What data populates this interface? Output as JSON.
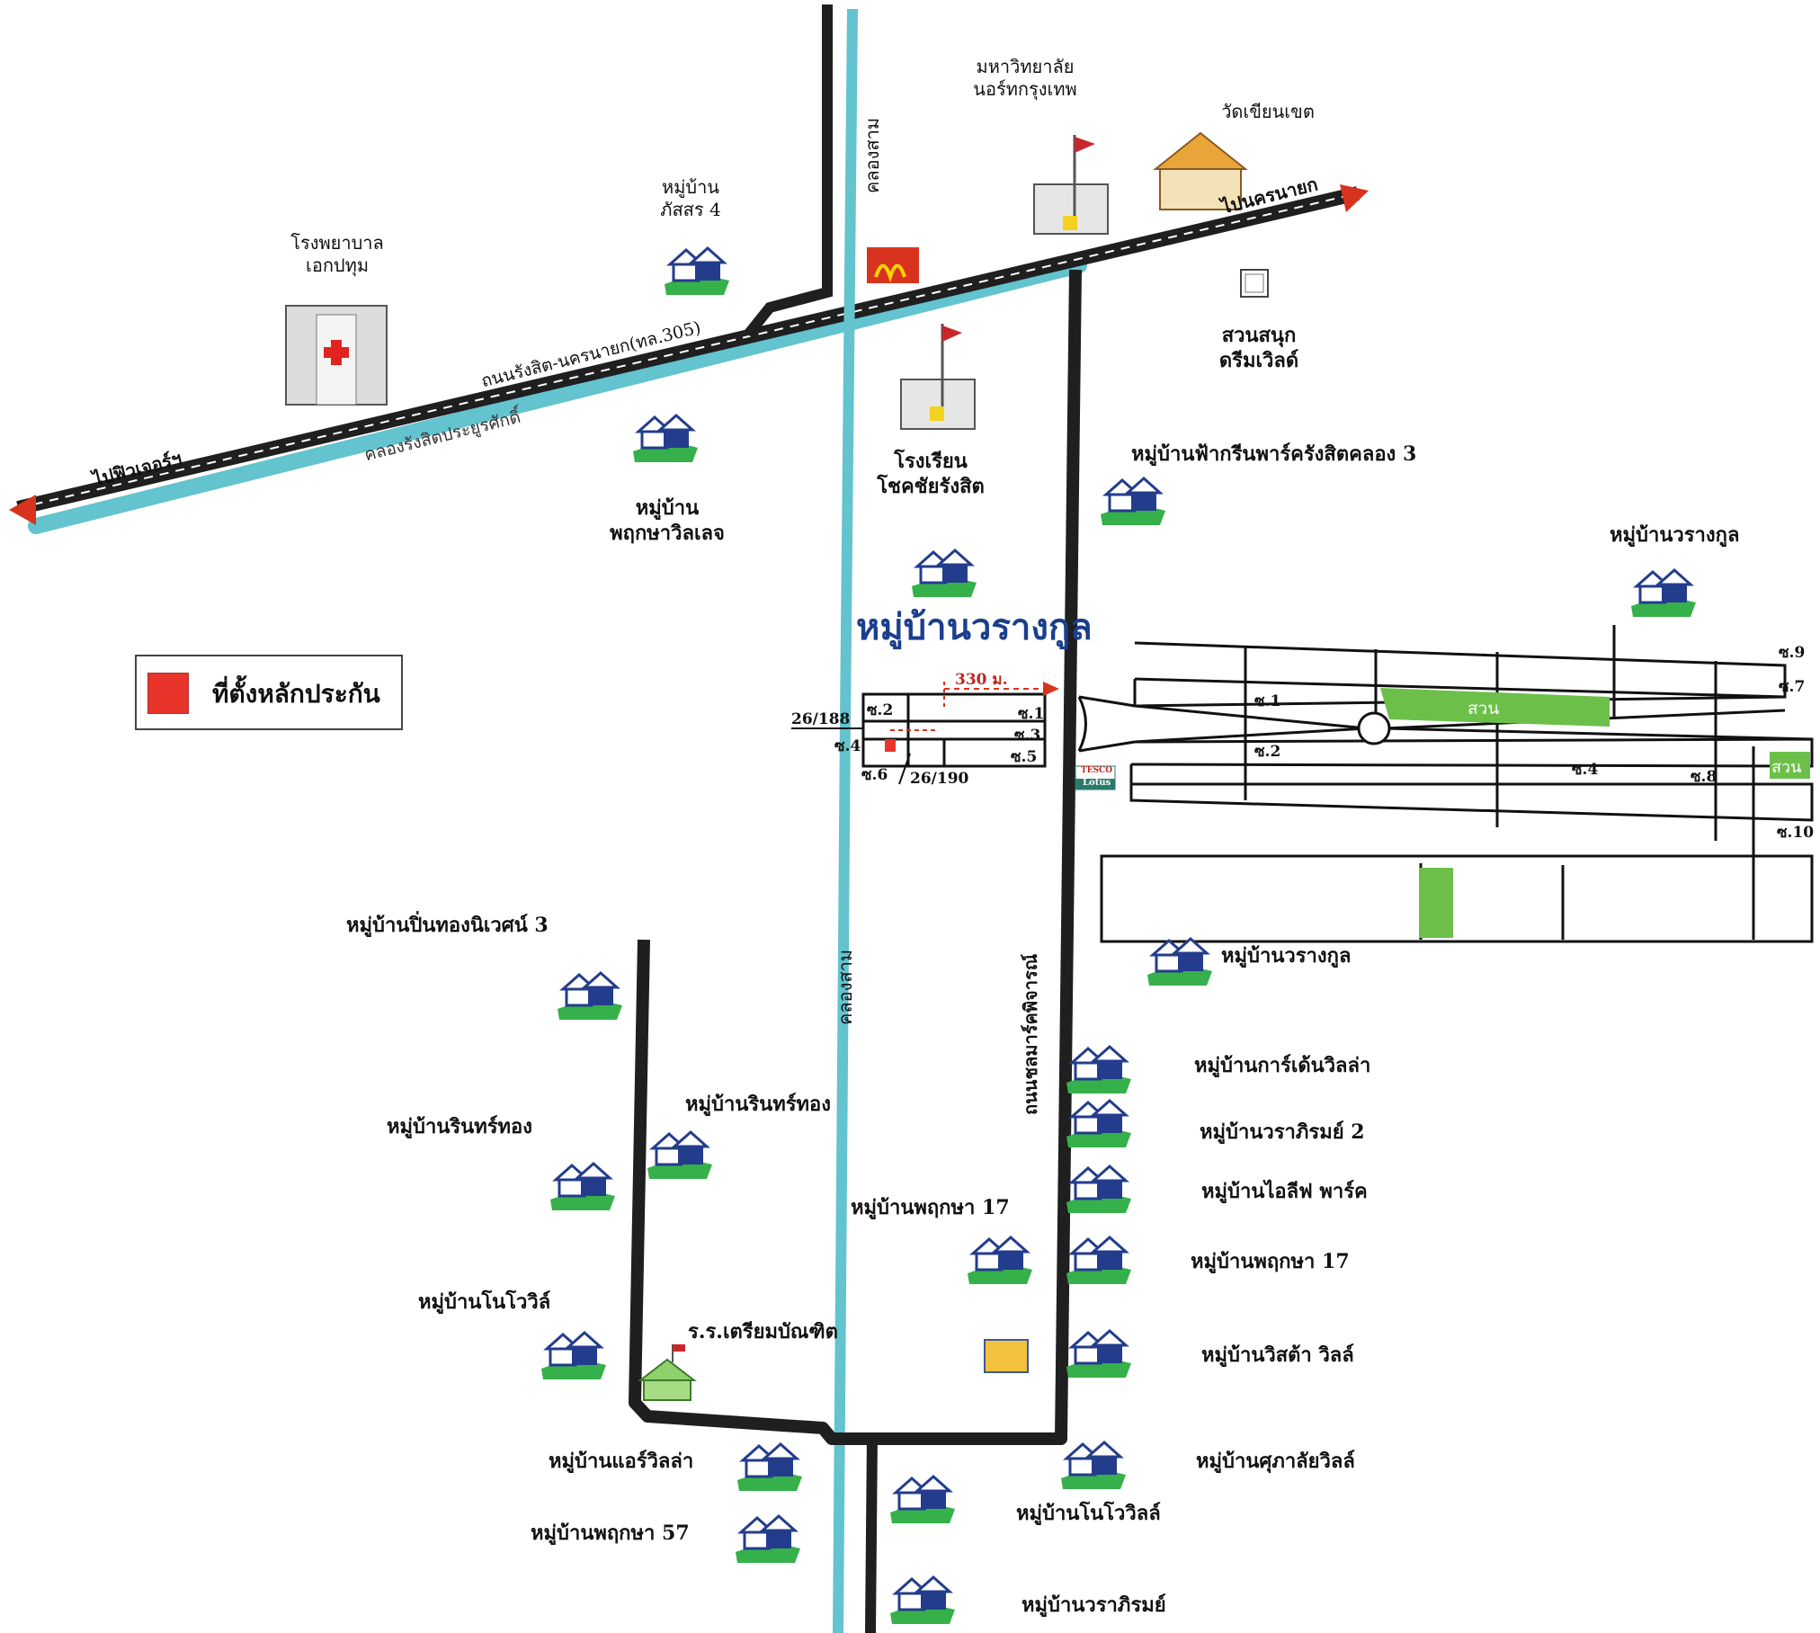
{
  "title": "หมู่บ้านวรางกูล",
  "legend": {
    "label": "ที่ตั้งหลักประกัน",
    "color": "#e8342a"
  },
  "colors": {
    "canal": "#63c3cf",
    "road": "#1f1f1f",
    "park": "#6cc04a",
    "arrow": "#d7331f",
    "title": "#1b3f8c"
  },
  "roads": {
    "main_road": "ถนนรังสิต-นครนายก(ทล.305)",
    "canal_main": "คลองรังสิตประยูรศักดิ์",
    "to_future": "ไปฟิวเจอร์ฯ",
    "to_nakhon": "ไปนครนายก",
    "canal_3_top": "คลองสาม",
    "canal_3_bottom": "คลองสาม",
    "road_side": "ถนนชลมาร์คพิจารณ์"
  },
  "landmarks": {
    "hospital": "โรงพยาบาล\nเอกปทุม",
    "university": "มหาวิทยาลัย\nนอร์ทกรุงเทพ",
    "temple": "วัดเขียนเขต",
    "amusement_park": "สวนสนุก\nดรีมเวิลด์",
    "school": "โรงเรียน\nโชคชัยรังสิต",
    "school2": "ร.ร.เตรียมบัณฑิต"
  },
  "villages": {
    "passorn4": "หมู่บ้าน\nภัสสร 4",
    "pruksa_ville": "หมู่บ้าน\nพฤกษาวิลเลจ",
    "fah_green": "หมู่บ้านฟ้ากรีนพาร์ครังสิตคลอง 3",
    "warangkool_right": "หมู่บ้านวรางกูล",
    "warangkool_lower": "หมู่บ้านวรางกูล",
    "pintong3": "หมู่บ้านปิ่นทองนิเวศน์ 3",
    "rintong_left": "หมู่บ้านรินทร์ทอง",
    "rintong_mid": "หมู่บ้านรินทร์ทอง",
    "noville_left": "หมู่บ้านโนโววิล์",
    "air_villa": "หมู่บ้านแอร์วิลล่า",
    "pruksa57": "หมู่บ้านพฤกษา 57",
    "pruksa17_mid": "หมู่บ้านพฤกษา 17",
    "garden_villa": "หมู่บ้านการ์เด้นวิลล่า",
    "waraphirom2": "หมู่บ้านวราภิรมย์ 2",
    "ilife": "หมู่บ้านไอลีฟ พาร์ค",
    "pruksa17_right": "หมู่บ้านพฤกษา 17",
    "vista": "หมู่บ้านวิสต้า วิลล์",
    "supalai": "หมู่บ้านศุภาลัยวิลล์",
    "noville_bottom": "หมู่บ้านโนโววิลล์",
    "waraphirom": "หมู่บ้านวราภิรมย์"
  },
  "plan": {
    "distance": "330 ม.",
    "lot_a": "26/188",
    "lot_b": "26/190",
    "soi": {
      "s1": "ซ.1",
      "s2": "ซ.2",
      "s3": "ซ.3",
      "s4": "ซ.4",
      "s5": "ซ.5",
      "s6": "ซ.6"
    },
    "east_soi": {
      "s1": "ซ.1",
      "s2": "ซ.2",
      "s4": "ซ.4",
      "s7": "ซ.7",
      "s8": "ซ.8",
      "s9": "ซ.9",
      "s10": "ซ.10"
    },
    "park_label": "สวน",
    "park_label_2": "สวน",
    "tesco": "TESCO",
    "lotus": "Lotus"
  }
}
